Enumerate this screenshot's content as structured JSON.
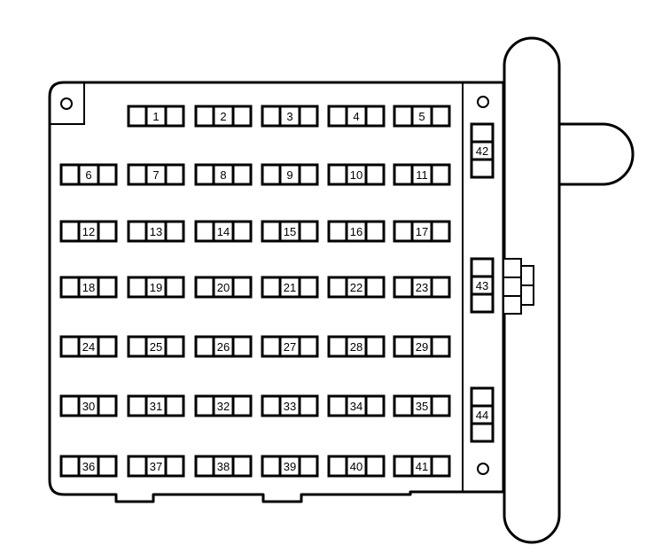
{
  "fuse_box": {
    "grid_fuses": [
      [
        "",
        "1",
        "2",
        "3",
        "4",
        "5"
      ],
      [
        "6",
        "7",
        "8",
        "9",
        "10",
        "11"
      ],
      [
        "12",
        "13",
        "14",
        "15",
        "16",
        "17"
      ],
      [
        "18",
        "19",
        "20",
        "21",
        "22",
        "23"
      ],
      [
        "24",
        "25",
        "26",
        "27",
        "28",
        "29"
      ],
      [
        "30",
        "31",
        "32",
        "33",
        "34",
        "35"
      ],
      [
        "36",
        "37",
        "38",
        "39",
        "40",
        "41"
      ]
    ],
    "relays": [
      "42",
      "43",
      "44"
    ],
    "colors": {
      "stroke": "#000000",
      "fill": "#ffffff"
    }
  }
}
